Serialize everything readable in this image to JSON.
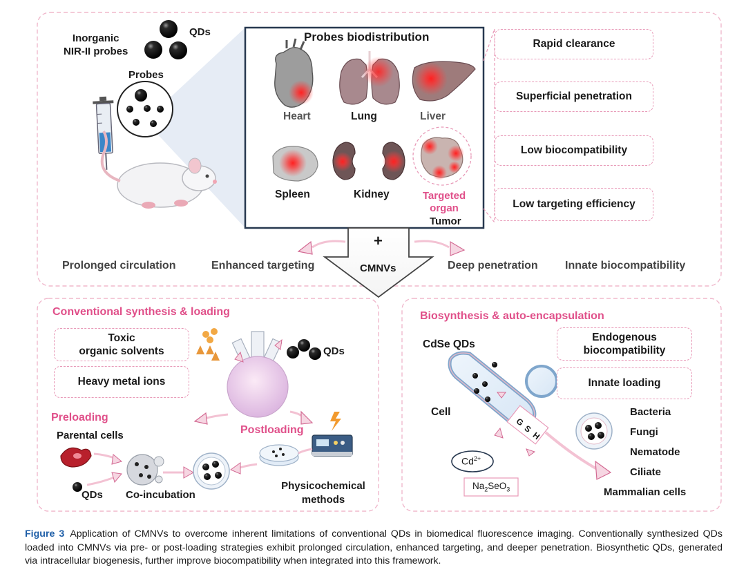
{
  "top": {
    "inorganic_label_line1": "Inorganic",
    "inorganic_label_line2": "NIR-II probes",
    "qds_label": "QDs",
    "probes_label": "Probes",
    "biodistribution_title": "Probes biodistribution",
    "organs": {
      "heart": "Heart",
      "lung": "Lung",
      "liver": "Liver",
      "spleen": "Spleen",
      "kidney": "Kidney",
      "targeted_line1": "Targeted",
      "targeted_line2": "organ",
      "tumor": "Tumor"
    },
    "limitations": [
      "Rapid clearance",
      "Superficial penetration",
      "Low biocompatibility",
      "Low targeting efficiency"
    ],
    "plus_symbol": "+",
    "cmnvs_label": "CMNVs",
    "benefits": [
      "Prolonged circulation",
      "Enhanced targeting",
      "Deep penetration",
      "Innate biocompatibility"
    ]
  },
  "left_panel": {
    "title": "Conventional synthesis & loading",
    "issues": [
      "Toxic organic solvents",
      "Heavy metal ions"
    ],
    "issue1_line1": "Toxic",
    "issue1_line2": "organic solvents",
    "qds_label": "QDs",
    "preloading": "Preloading",
    "postloading": "Postloading",
    "parental_cells": "Parental cells",
    "qds_bottom": "QDs",
    "coincubation": "Co-incubation",
    "physico_line1": "Physicochemical",
    "physico_line2": "methods"
  },
  "right_panel": {
    "title": "Biosynthesis & auto-encapsulation",
    "cdse_label": "CdSe QDs",
    "advantage1_line1": "Endogenous",
    "advantage1_line2": "biocompatibility",
    "advantage2": "Innate loading",
    "cell_label": "Cell",
    "gsh_letters": [
      "G",
      "S",
      "H"
    ],
    "cd_label": "Cd",
    "cd_sup": "2+",
    "na_label_a": "Na",
    "na_sub": "2",
    "na_label_b": "SeO",
    "na_sub2": "3",
    "organisms": [
      "Bacteria",
      "Fungi",
      "Nematode",
      "Ciliate",
      "Mammalian cells"
    ]
  },
  "caption": {
    "figure": "Figure 3",
    "text": "Application of CMNVs to overcome inherent limitations of conventional QDs in biomedical fluorescence imaging. Conventionally synthesized QDs loaded into CMNVs via pre- or post-loading strategies exhibit prolonged circulation, enhanced targeting, and deeper penetration. Biosynthetic QDs, generated via intracellular biogenesis, further improve biocompatibility when integrated into this framework."
  },
  "colors": {
    "pink_accent": "#e0508a",
    "dashed_border": "#e89ab8",
    "caption_blue": "#1f5fa8",
    "navy_box": "#27384f"
  }
}
